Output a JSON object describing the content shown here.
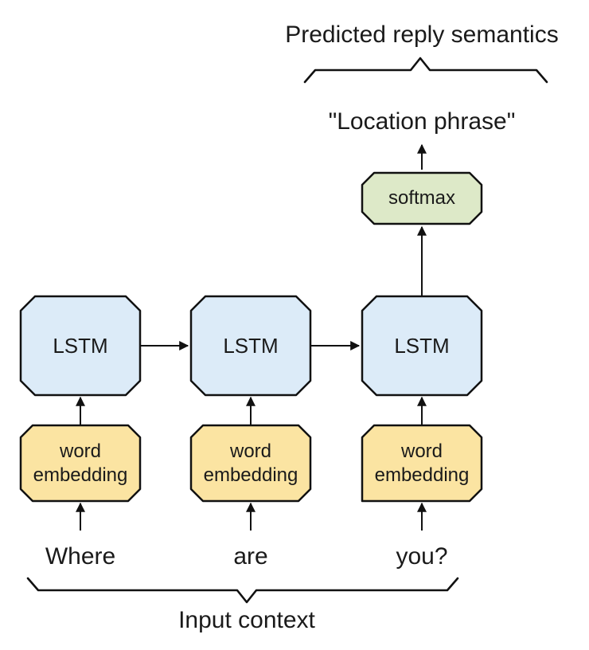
{
  "header": {
    "title": "Predicted reply semantics",
    "predicted_phrase": "\"Location phrase\""
  },
  "nodes": {
    "softmax_label": "softmax",
    "lstm_label": "LSTM",
    "embedding_line1": "word",
    "embedding_line2": "embedding"
  },
  "inputs": {
    "words": [
      "Where",
      "are",
      "you?"
    ],
    "caption": "Input context"
  },
  "colors": {
    "lstm_fill": "#dcebf8",
    "softmax_fill": "#dde9c8",
    "embedding_fill": "#fbe4a2",
    "stroke": "#111111",
    "text": "#1a1a1a",
    "background": "#ffffff"
  }
}
